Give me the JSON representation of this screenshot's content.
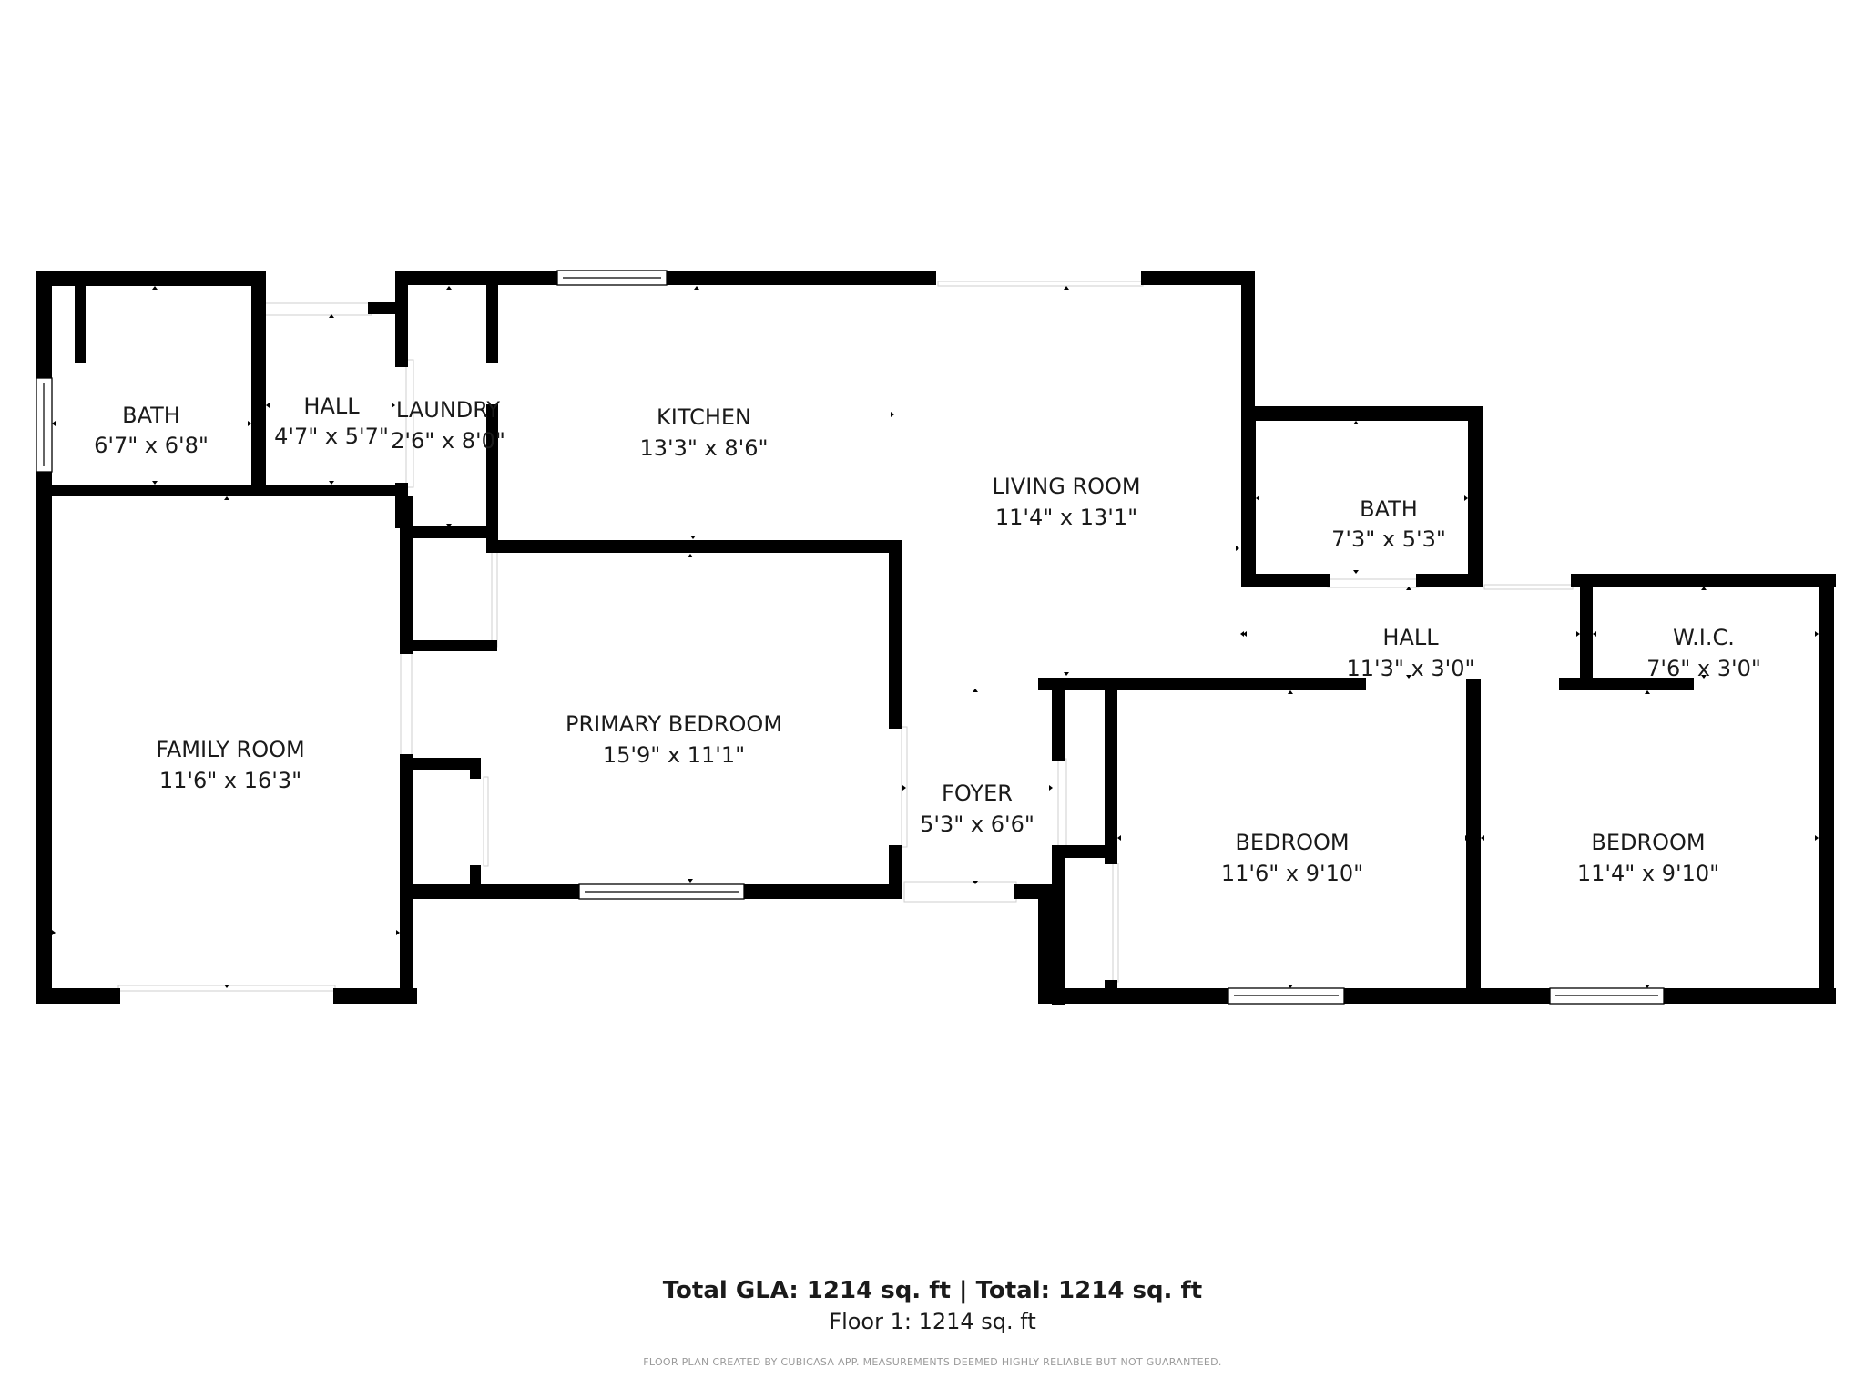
{
  "rooms": {
    "bath_west": {
      "name": "BATH",
      "dims": "6'7\" x 6'8\""
    },
    "hall_north": {
      "name": "HALL",
      "dims": "4'7\" x 5'7\""
    },
    "laundry": {
      "name": "LAUNDRY",
      "dims": "2'6\" x 8'0\""
    },
    "kitchen": {
      "name": "KITCHEN",
      "dims": "13'3\" x 8'6\""
    },
    "living_room": {
      "name": "LIVING ROOM",
      "dims": "11'4\" x 13'1\""
    },
    "bath_east": {
      "name": "BATH",
      "dims": "7'3\" x 5'3\""
    },
    "hall_east": {
      "name": "HALL",
      "dims": "11'3\" x 3'0\""
    },
    "wic": {
      "name": "W.I.C.",
      "dims": "7'6\" x 3'0\""
    },
    "family_room": {
      "name": "FAMILY ROOM",
      "dims": "11'6\" x 16'3\""
    },
    "primary_bedroom": {
      "name": "PRIMARY BEDROOM",
      "dims": "15'9\" x 11'1\""
    },
    "foyer": {
      "name": "FOYER",
      "dims": "5'3\" x 6'6\""
    },
    "bedroom_center": {
      "name": "BEDROOM",
      "dims": "11'6\" x 9'10\""
    },
    "bedroom_east": {
      "name": "BEDROOM",
      "dims": "11'4\" x 9'10\""
    }
  },
  "footer": {
    "total": "Total GLA: 1214 sq. ft | Total: 1214 sq. ft",
    "floor": "Floor 1: 1214 sq. ft",
    "disclaimer": "FLOOR PLAN CREATED BY CUBICASA APP. MEASUREMENTS DEEMED HIGHLY RELIABLE BUT NOT GUARANTEED."
  },
  "colors": {
    "wall": "#000000",
    "background": "#ffffff",
    "text": "#1a1a1a"
  }
}
